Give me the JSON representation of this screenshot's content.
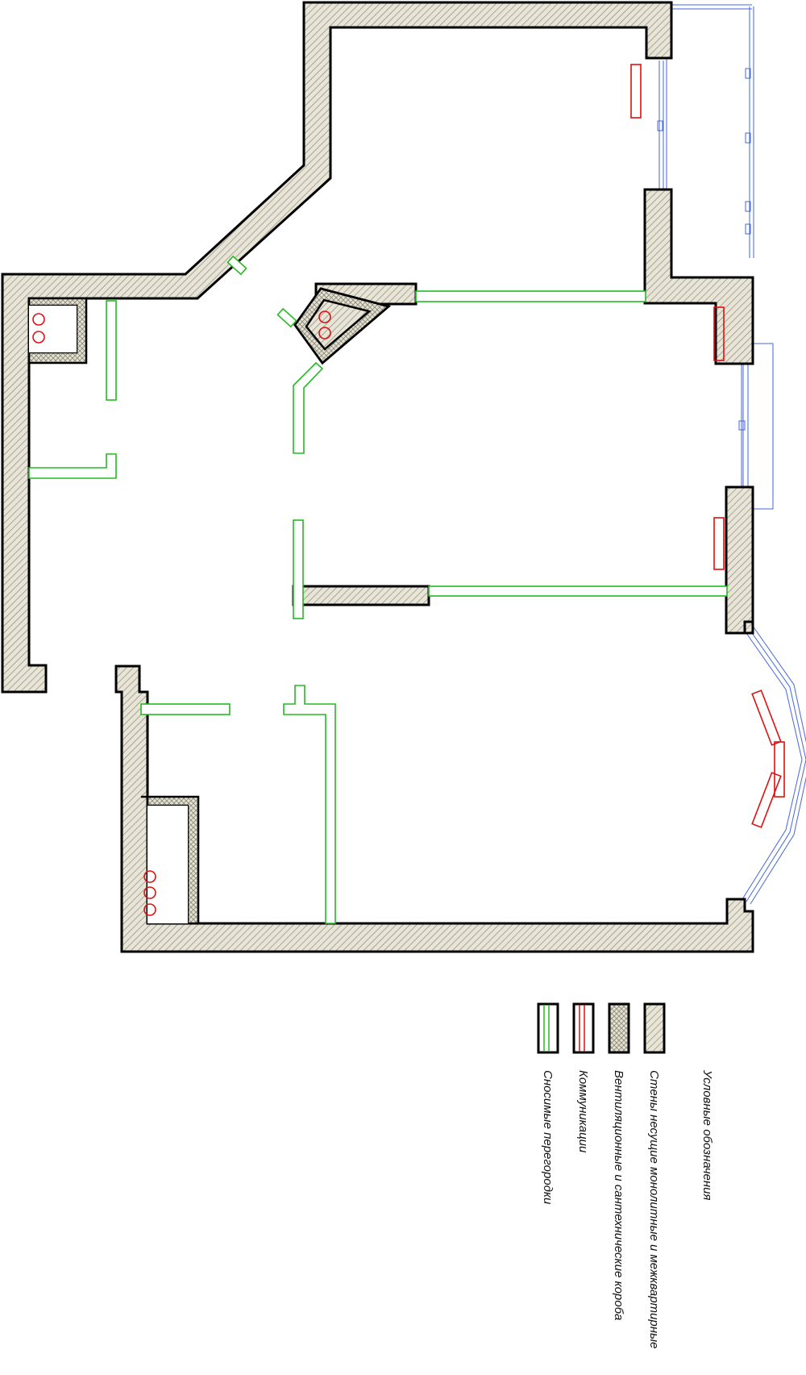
{
  "legend": {
    "title": "Условные обозначения",
    "items": [
      {
        "key": "bearing-walls",
        "label": "Стены несущие монолитные и межквартирные"
      },
      {
        "key": "vent-boxes",
        "label": "Вентиляционные и сантехнические короба"
      },
      {
        "key": "communications",
        "label": "Коммуникации"
      },
      {
        "key": "removable-partitions",
        "label": "Сносимые перегородки"
      }
    ]
  },
  "colors": {
    "wall_outline": "#000000",
    "wall_fill": "#e8e4d6",
    "hatch": "#8c8a80",
    "partition": "#22bb22",
    "communications": "#dd1111",
    "window": "#4466dd"
  },
  "icons": {
    "riser": "red-circle",
    "wall": "hatched-rect",
    "box": "crosshatched-rect"
  }
}
